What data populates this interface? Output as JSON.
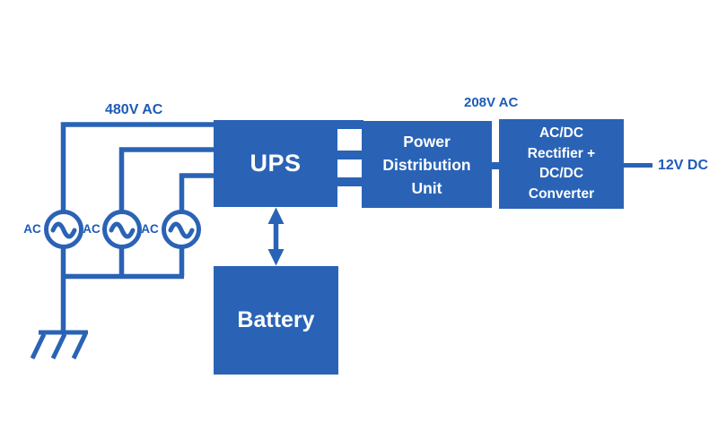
{
  "colors": {
    "primary_blue": "#2a63b5",
    "label_blue": "#1e5bb8",
    "box_text": "#ffffff",
    "background": "#ffffff"
  },
  "labels": {
    "input_voltage": "480V AC",
    "intermediate_voltage": "208V AC",
    "output_voltage": "12V DC"
  },
  "sources": {
    "source1_label": "AC",
    "source2_label": "AC",
    "source3_label": "AC"
  },
  "blocks": {
    "ups": {
      "label": "UPS"
    },
    "pdu": {
      "lines": [
        "Power",
        "Distribution",
        "Unit"
      ]
    },
    "rectifier": {
      "lines": [
        "AC/DC",
        "Rectifier +",
        "DC/DC",
        "Converter"
      ]
    },
    "battery": {
      "label": "Battery"
    }
  }
}
